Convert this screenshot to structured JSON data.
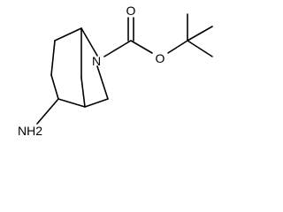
{
  "structure": {
    "atoms": {
      "nitrogen": "N",
      "carbonyl_oxygen": "O",
      "ester_oxygen": "O",
      "amine": "NH2"
    }
  }
}
